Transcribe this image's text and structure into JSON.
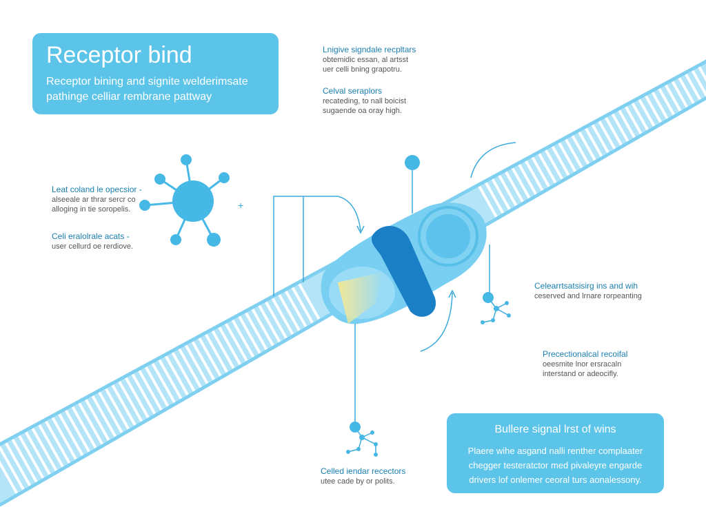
{
  "title_card": {
    "heading": "Receptor bind",
    "body": "Receptor bining and signite welderimsate pathinge celliar rembrane pattway"
  },
  "labels": {
    "top_right_1": {
      "heading": "Lnigive signdale recpltars",
      "sub": [
        "obtemidic essan, al artsst",
        "uer celli bning grapotru."
      ]
    },
    "top_right_2": {
      "heading": "Celval seraplors",
      "sub": [
        "recateding, to nall boicist",
        "sugaende oa oray high."
      ]
    },
    "left_1": {
      "heading": "Leat coland le opecsior -",
      "sub": [
        "alseeale ar thrar sercr co",
        "alloging in tie soropelis."
      ]
    },
    "left_2": {
      "heading": "Celi eralolrale acats -",
      "sub": [
        "user cellurd oe rerdiove."
      ]
    },
    "right_mid": {
      "heading": "Celearrtsatsisirg ins and wih",
      "sub": [
        "ceserved and lrnare rorpeanting"
      ]
    },
    "right_lower": {
      "heading": "Precectionalcal recoifal",
      "sub": [
        "oeesmite lnor ersracaln",
        "interstand or adeocifly."
      ]
    },
    "bottom_center": {
      "heading": "Celled iendar recectors",
      "sub": [
        "utee cade by or polits."
      ]
    }
  },
  "plus_sign": "+",
  "bottom_card": {
    "heading": "Bullere signal lrst of wins",
    "body": "Plaere wihe asgand nalli renther complaater chegger testeratctor med pivaleyre engarde drivers lof onlemer ceoral turs aonalessony."
  },
  "colors": {
    "card": "#5bc4e8",
    "membrane_light": "#a9e0f5",
    "membrane_fill": "#6ccbef",
    "receptor_dark": "#1b7fc5",
    "ligand": "#45b8e6",
    "line": "#3aa9db",
    "yellow_glow": "#f3e896"
  }
}
